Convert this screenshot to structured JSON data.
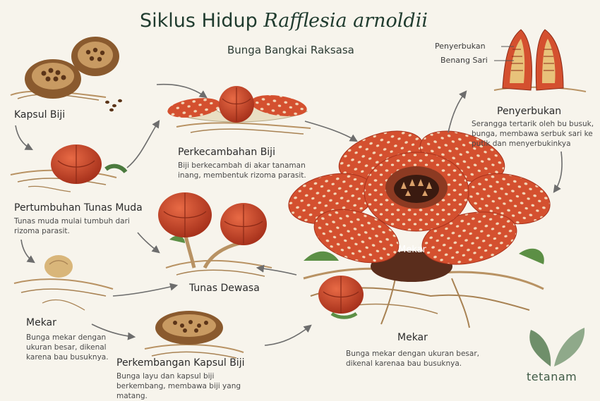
{
  "title": {
    "main": "Siklus Hidup",
    "scientific": "Rafflesia arnoldii"
  },
  "subtitle": "Bunga Bangkai Raksasa",
  "stages": {
    "kapsul_biji": {
      "label": "Kapsul Biji"
    },
    "perkecambahan": {
      "label": "Perkecambahan Biji",
      "desc": "Biji berkecambah di akar tanaman inang, membentuk rizoma parasit."
    },
    "tunas_muda": {
      "label": "Pertumbuhan Tunas Muda",
      "desc": "Tunas muda mulai tumbuh dari rizoma parasit."
    },
    "tunas_dewasa": {
      "label": "Tunas Dewasa"
    },
    "mekar_left": {
      "label": "Mekar",
      "desc": "Bunga mekar dengan ukuran besar, dikenal karena bau busuknya."
    },
    "perkembangan_kapsul": {
      "label": "Perkembangan Kapsul Biji",
      "desc": "Bunga layu dan kapsul biji berkembang, membawa biji yang matang."
    },
    "mekar_center": {
      "label": "Mekar"
    },
    "mekar_right": {
      "label": "Mekar",
      "desc": "Bunga mekar dengan ukuran besar, dikenal karenaa bau busuknya."
    },
    "penyerbukan": {
      "label": "Penyerbukan",
      "desc": "Serangga tertarik oleh bu busuk, bunga, membawa serbuk sari ke putik dan menyerbukinkya"
    }
  },
  "callouts": {
    "penyerbukan": "Penyerbukan",
    "benang_sari": "Benang Sari"
  },
  "logo": {
    "text": "tetanam"
  },
  "colors": {
    "petal": "#d4502f",
    "spot": "#f2d7b8",
    "root": "#b89263",
    "arrow": "#6d6d6d",
    "brand": "#3f5a45"
  }
}
